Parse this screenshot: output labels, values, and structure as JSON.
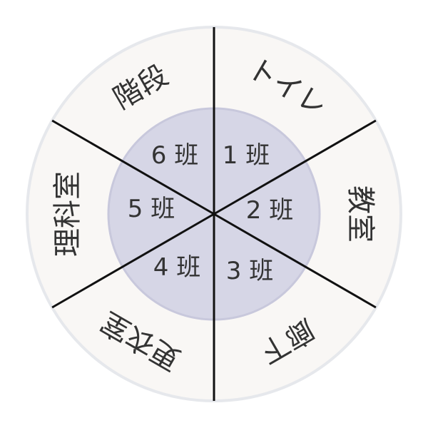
{
  "colors": {
    "outer_fill": "#f9f7f5",
    "outer_stroke": "#e6e8ec",
    "inner_fill": "#d6d6e6",
    "inner_stroke": "#c8c8dc",
    "divider": "#111111",
    "text": "#333333"
  },
  "places": [
    "トイレ",
    "教室",
    "廊下",
    "更衣室",
    "理科室",
    "階段"
  ],
  "groups": [
    "1 班",
    "2 班",
    "3 班",
    "4 班",
    "5 班",
    "6 班"
  ]
}
